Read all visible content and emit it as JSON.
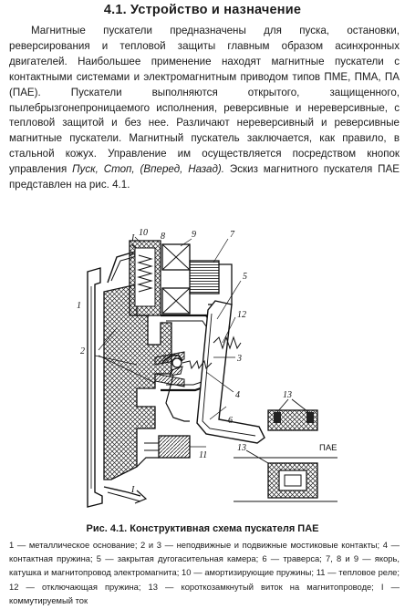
{
  "heading": "4.1. Устройство и назначение",
  "paragraph": {
    "text_before": "Магнитные пускатели предназначены для пуска, остановки, реверсирования и тепловой защиты главным образом асинхронных двигателей. Наибольшее применение находят магнитные пускатели с контактными системами и электромагнитным приводом типов ПМЕ, ПМА, ПА (ПАЕ). Пускатели выполняются открытого, защищенного, пылебрызгонепроницаемого исполнения, реверсивные и нереверсивные, с тепловой защитой и без нее. Различают нереверсивный и реверсивные магнитные пускатели. Магнитный пускатель заключается, как правило, в стальной кожух. Управление им осуществляется посредством кнопок управления",
    "buttons_italic": "Пуск, Стоп, (Вперед, Назад).",
    "text_after": "Эскиз магнитного пускателя ПАЕ представлен на рис. 4.1."
  },
  "figure": {
    "labels": {
      "l1_top": "I",
      "l1_bottom": "I",
      "n1": "1",
      "n2": "2",
      "n3": "3",
      "n4": "4",
      "n5": "5",
      "n6": "6",
      "n7": "7",
      "n8": "8",
      "n9": "9",
      "n10": "10",
      "n11": "11",
      "n12": "12",
      "n13a": "13",
      "n13b": "13",
      "pae": "ПАЕ"
    }
  },
  "caption": "Рис. 4.1. Конструктивная схема пускателя ПАЕ",
  "legend": "1 — металлическое основание; 2 и 3 — неподвижные и подвижные мостиковые контакты; 4 — контактная пружина; 5 — закрытая дугогасительная камера; 6 — траверса; 7, 8 и 9 — якорь, катушка и магнитопровод электромагнита; 10 — амортизирующие пружины; 11 — тепловое реле; 12 — отключающая пружина; 13 — короткозамкнутый виток на магнитопроводе; I — коммутируемый ток"
}
